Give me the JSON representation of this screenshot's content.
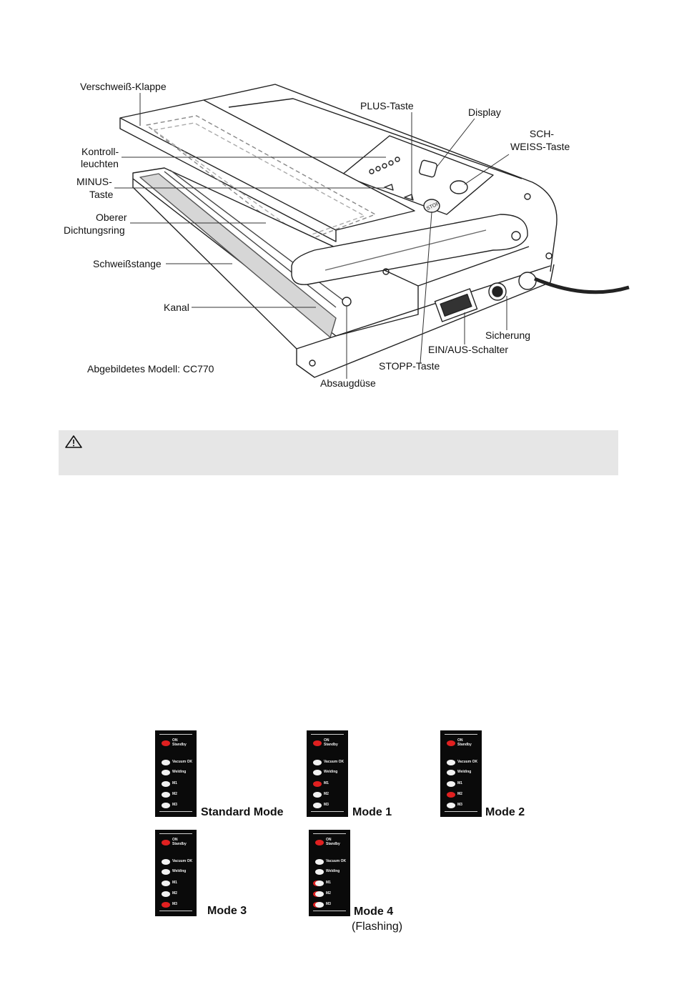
{
  "diagram": {
    "labels": {
      "verschweiss_klappe": "Verschweiß-Klappe",
      "plus_taste": "PLUS-Taste",
      "display": "Display",
      "sch_weiss_line1": "SCH-",
      "sch_weiss_line2": "WEISS-Taste",
      "kontroll_line1": "Kontroll-",
      "kontroll_line2": "leuchten",
      "minus_line1": "MINUS-",
      "minus_line2": "Taste",
      "oberer_line1": "Oberer",
      "oberer_line2": "Dichtungsring",
      "schweissstange": "Schweißstange",
      "kanal": "Kanal",
      "sicherung": "Sicherung",
      "ein_aus": "EIN/AUS-Schalter",
      "stopp_taste": "STOPP-Taste",
      "absaugduese": "Absaugdüse",
      "model_caption": "Abgebildetes Modell: CC770"
    },
    "device_button_text": "STOP"
  },
  "warning": {
    "icon": "warning-triangle-icon"
  },
  "led_panels": {
    "led_labels": {
      "on_line1": "ON",
      "on_line2": "Standby",
      "vacuum": "Vacuum OK",
      "welding": "Welding",
      "m1": "M1",
      "m2": "M2",
      "m3": "M3"
    },
    "modes": [
      {
        "name": "Standard Mode",
        "sub": "",
        "lit": "none"
      },
      {
        "name": "Mode 1",
        "sub": "",
        "lit": "m1"
      },
      {
        "name": "Mode 2",
        "sub": "",
        "lit": "m2"
      },
      {
        "name": "Mode 3",
        "sub": "",
        "lit": "m3"
      },
      {
        "name": "Mode 4",
        "sub": "(Flashing)",
        "lit": "flashing"
      }
    ],
    "colors": {
      "led_on": "#e02020",
      "led_off": "#f2f2f2",
      "panel": "#0a0a0a"
    }
  }
}
